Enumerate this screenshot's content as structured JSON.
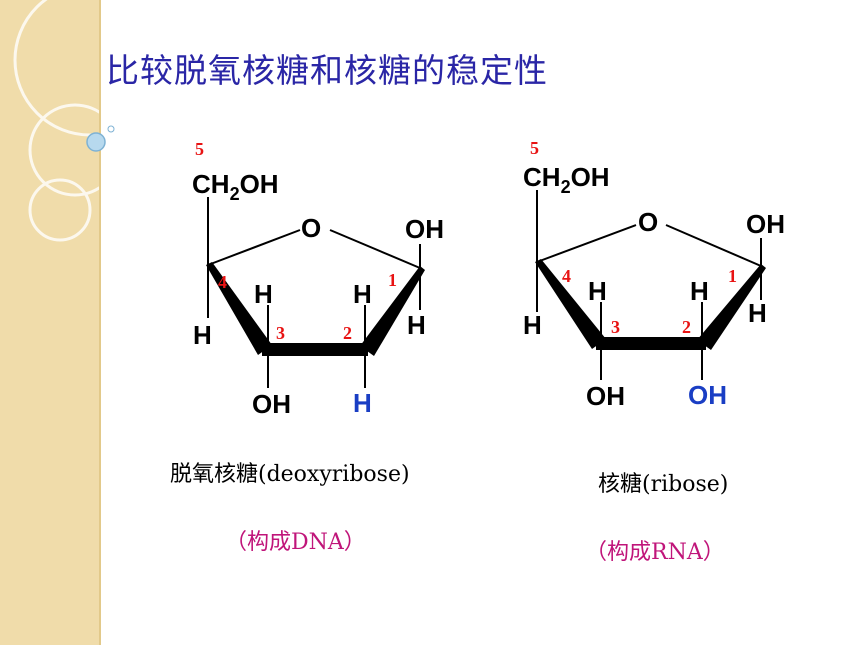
{
  "title": "比较脱氧核糖和核糖的稳定性",
  "deoxyribose": {
    "caption": "脱氧核糖(deoxyribose)",
    "subcaption": "（构成DNA）",
    "c5_label": "5",
    "ch2oh_c": "CH",
    "ch2oh_sub": "2",
    "ch2oh_oh": "OH",
    "ring_o": "O",
    "c1_oh": "OH",
    "c1_h": "H",
    "c4_h": "H",
    "c3_h": "H",
    "c3_oh": "OH",
    "c2_h_up": "H",
    "c2_h_down": "H",
    "n1": "1",
    "n2": "2",
    "n3": "3",
    "n4": "4"
  },
  "ribose": {
    "caption": "核糖(ribose)",
    "subcaption": "（构成RNA）",
    "c5_label": "5",
    "ch2oh_c": "CH",
    "ch2oh_sub": "2",
    "ch2oh_oh": "OH",
    "ring_o": "O",
    "c1_oh": "OH",
    "c1_h": "H",
    "c4_h": "H",
    "c3_h": "H",
    "c3_oh": "OH",
    "c2_h_up": "H",
    "c2_oh": "OH",
    "n1": "1",
    "n2": "2",
    "n3": "3",
    "n4": "4"
  },
  "colors": {
    "sidebar": "#f0dcaa",
    "title": "#2a26a6",
    "number": "#e81313",
    "highlight": "#1a3ec4",
    "subcaption": "#c0157a"
  }
}
